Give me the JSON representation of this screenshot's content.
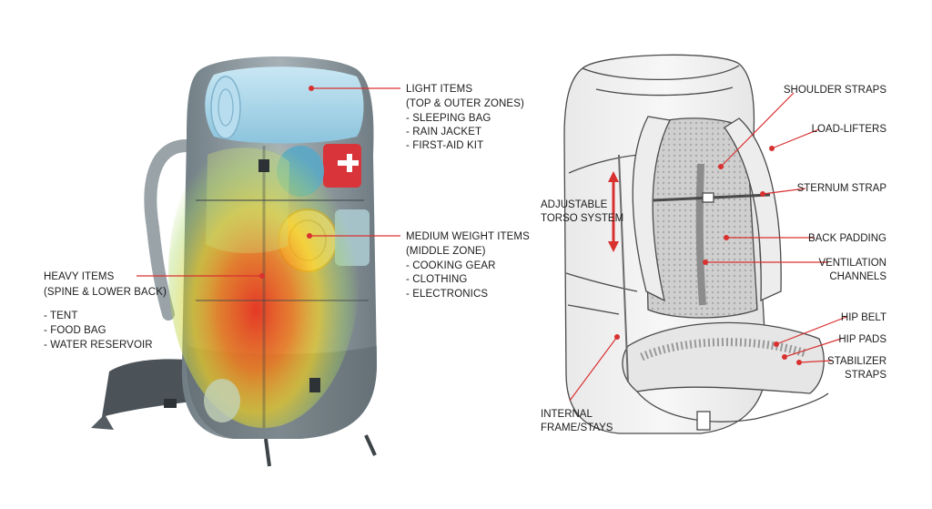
{
  "left_labels": {
    "light": {
      "title": "LIGHT ITEMS",
      "zone": "(TOP & OUTER ZONES)",
      "items": [
        "- SLEEPING BAG",
        "- RAIN JACKET",
        "- FIRST-AID KIT"
      ]
    },
    "medium": {
      "title": "MEDIUM WEIGHT ITEMS",
      "zone": "(MIDDLE ZONE)",
      "items": [
        "- COOKING GEAR",
        "- CLOTHING",
        "- ELECTRONICS"
      ]
    },
    "heavy": {
      "title": "HEAVY ITEMS",
      "zone": "(SPINE & LOWER BACK)",
      "items": [
        "- TENT",
        "- FOOD BAG",
        "- WATER RESERVOIR"
      ]
    }
  },
  "right_labels": {
    "shoulder_straps": "SHOULDER STRAPS",
    "load_lifters": "LOAD-LIFTERS",
    "sternum_strap": "STERNUM STRAP",
    "back_padding": "BACK PADDING",
    "ventilation": [
      "VENTILATION",
      "CHANNELS"
    ],
    "hip_belt": "HIP BELT",
    "hip_pads": "HIP PADS",
    "stabilizer": [
      "STABILIZER",
      "STRAPS"
    ],
    "adjustable_torso": [
      "ADJUSTABLE",
      "TORSO SYSTEM"
    ],
    "internal_frame": [
      "INTERNAL",
      "FRAME/STAYS"
    ]
  },
  "colors": {
    "leader": "#d93030",
    "heavy_zone": "#e8331f",
    "medium_zone": "#f4a81c",
    "light_zone": "#9fd3ea",
    "pack_body": "#8a969c"
  }
}
